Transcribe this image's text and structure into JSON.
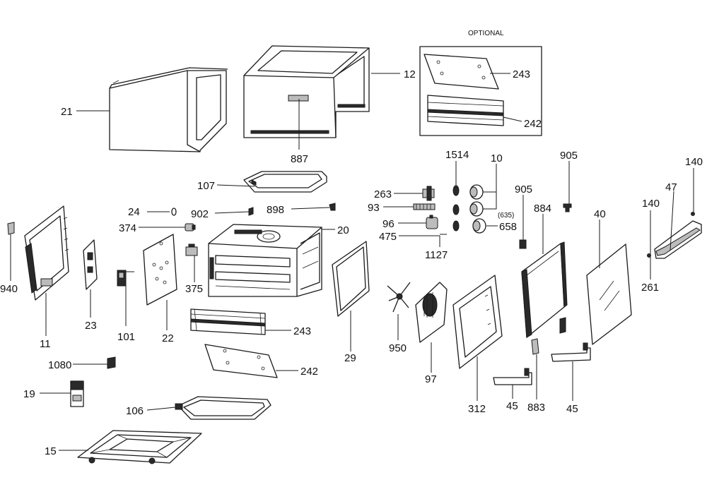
{
  "optional_label": "OPTIONAL",
  "labels": {
    "l21": "21",
    "l12": "12",
    "l887": "887",
    "l243a": "243",
    "l242a": "242",
    "l107": "107",
    "l24": "24",
    "l902": "902",
    "l898": "898",
    "l374": "374",
    "l20": "20",
    "l263": "263",
    "l93": "93",
    "l96": "96",
    "l475": "475",
    "l1127": "1127",
    "l1514": "1514",
    "l10": "10",
    "l635": "(635)",
    "l658": "658",
    "l905a": "905",
    "l905b": "905",
    "l884": "884",
    "l40": "40",
    "l140a": "140",
    "l140b": "140",
    "l47": "47",
    "l261": "261",
    "l940": "940",
    "l11": "11",
    "l23": "23",
    "l101": "101",
    "l22": "22",
    "l375": "375",
    "l243b": "243",
    "l242b": "242",
    "l29": "29",
    "l950": "950",
    "l97": "97",
    "l312": "312",
    "l45a": "45",
    "l883": "883",
    "l45b": "45",
    "l1080": "1080",
    "l19": "19",
    "l106": "106",
    "l15": "15"
  }
}
